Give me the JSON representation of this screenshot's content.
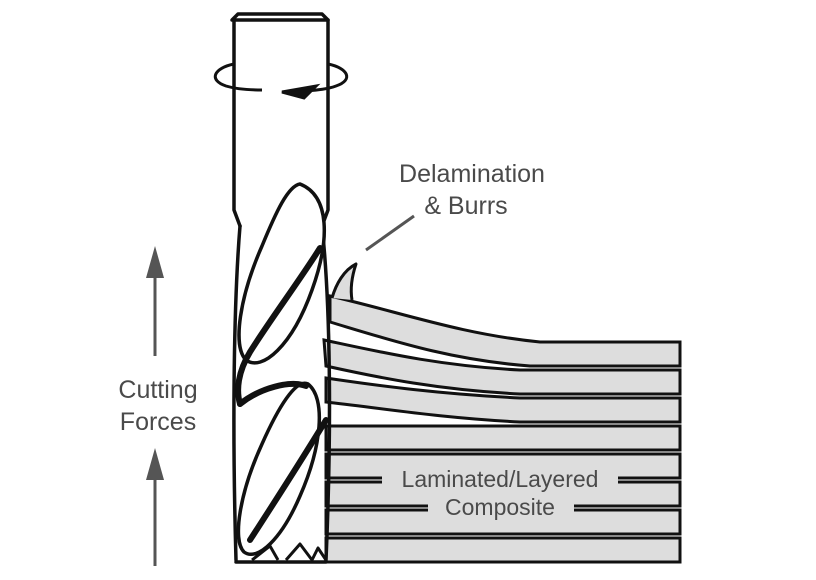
{
  "labels": {
    "delamination_line1": "Delamination",
    "delamination_line2": "& Burrs",
    "cutting_line1": "Cutting",
    "cutting_line2": "Forces",
    "composite_line1": "Laminated/Layered",
    "composite_line2": "Composite"
  },
  "colors": {
    "outline": "#111111",
    "layer_fill": "#dddddd",
    "arrow": "#555555",
    "text": "#4a4a4a"
  }
}
